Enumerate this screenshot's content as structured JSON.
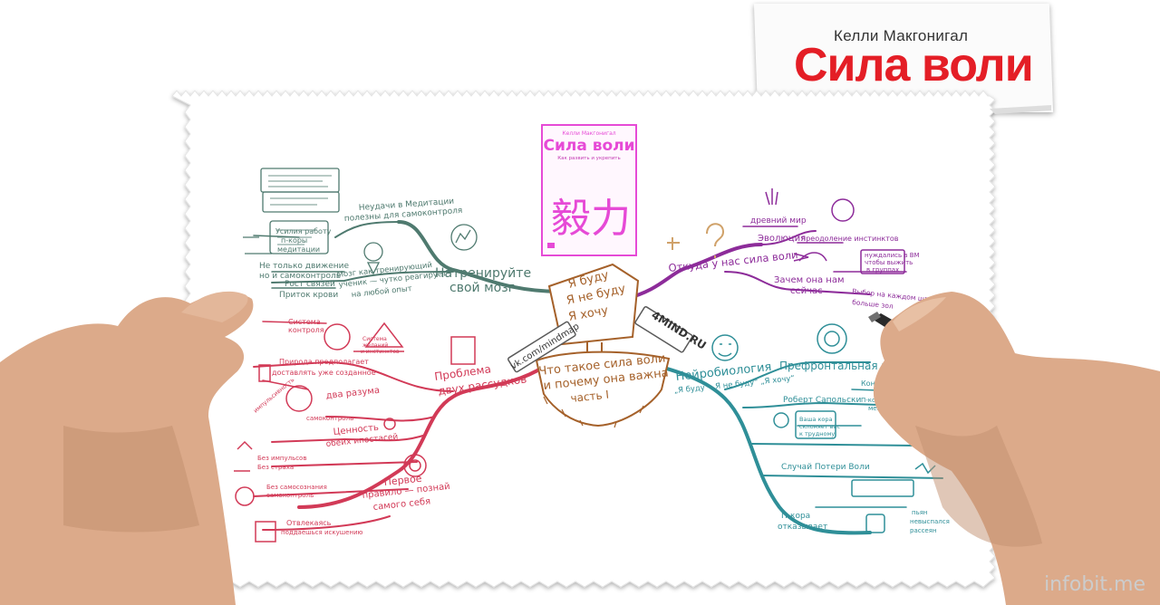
{
  "book": {
    "author": "Келли Макгонигал",
    "title": "Сила воли",
    "cover_subtitle": "Как развить и укрепить",
    "cover_glyph": "毅力"
  },
  "center": {
    "sign_lines": [
      "Я буду",
      "Я не буду",
      "Я хочу"
    ],
    "title_lines": [
      "Что такое сила воли",
      "и почему она важна",
      "часть I"
    ],
    "left_sign": "vk.com/mindmap",
    "right_sign": "4MIND.RU"
  },
  "branches": {
    "train": {
      "title_lines": [
        "Натренируйте",
        "свой мозг"
      ],
      "items": [
        "Неудачи в Медитации",
        "полезны для самоконтроля",
        "Усилия работу",
        "п-коры",
        "медитации",
        "Не только движение",
        "но и самоконтроль",
        "Рост связей",
        "Приток крови",
        "Мозг как тренирующий",
        "ученик — чутко реагирует",
        "на любой опыт"
      ]
    },
    "origin": {
      "title": "Откуда у нас сила воли",
      "items": [
        "древний мир",
        "Эволюция",
        "преодоление инстинктов",
        "нуждались в ВМ",
        "чтобы выжить",
        "в группах",
        "Зачем она нам",
        "сейчас",
        "Выбор на каждом шагу",
        "больше зол"
      ]
    },
    "problem": {
      "title_lines": [
        "Проблема",
        "двух рассудков"
      ],
      "items": [
        "Система",
        "контроля",
        "Система",
        "желаний",
        "и инстинктов",
        "Природа предполагает",
        "доставлять уже созданное",
        "два разума",
        "импульсивность",
        "самоконтроль",
        "Ценность",
        "обеих ипостасей",
        "Без импульсов",
        "Без страха",
        "Без самосознания",
        "самоконтроль",
        "Первое",
        "правило — познай",
        "самого себя",
        "Отвлекаясь",
        "поддаёшься искушению"
      ]
    },
    "neuro": {
      "title": "Нейробиология",
      "subtitle": "„Я буду“ „Я не буду“ „Я хочу“",
      "items": [
        "Префронтальная кора",
        "Контроль",
        "Роберт Сапольски",
        "П-кора разрывается",
        "между",
        "Ваша кора",
        "склоняет вас",
        "к трудному",
        "Случай Потери Воли",
        "П-кора",
        "отказывает",
        "пьян",
        "невыспался",
        "рассеян"
      ]
    }
  },
  "watermark": "infobit.me",
  "colors": {
    "green": "#4f7a6f",
    "purple": "#8d2c9a",
    "red": "#d23a57",
    "teal": "#2f8f98",
    "orange": "#a5612a",
    "pink": "#e64ad6",
    "brand_red": "#e41e26"
  }
}
